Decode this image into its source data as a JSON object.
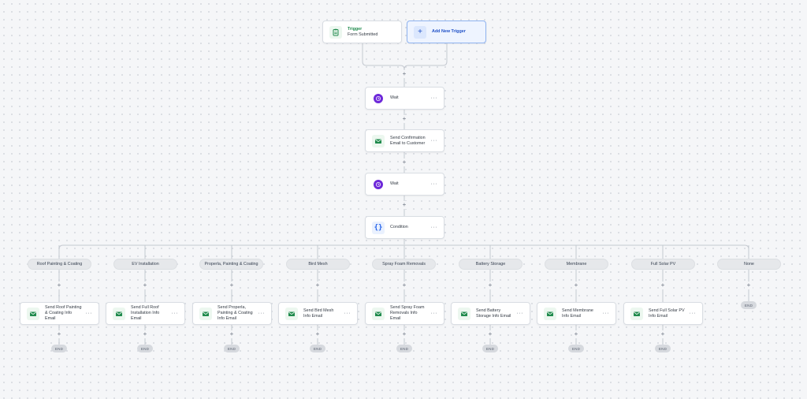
{
  "trigger": {
    "type_label": "Trigger",
    "name": "Form Submitted",
    "icon": "clipboard-icon",
    "accent": "#1f8a4c"
  },
  "add_trigger": {
    "label": "Add New Trigger",
    "icon": "plus-icon",
    "accent": "#2152c8"
  },
  "main_steps": [
    {
      "label": "Wait",
      "icon": "clock-icon",
      "more": "···"
    },
    {
      "label": "Send Confirmation Email to Customer",
      "icon": "email-icon",
      "more": "···"
    },
    {
      "label": "Wait",
      "icon": "clock-icon",
      "more": "···"
    },
    {
      "label": "Condition",
      "icon": "braces-icon",
      "more": "···"
    }
  ],
  "branches": [
    {
      "condition": "Roof Painting & Coating",
      "action": "Send Roof Painting & Coating Info Email",
      "end": "END"
    },
    {
      "condition": "EV Installation",
      "action": "Send Full Roof Installation Info Email",
      "end": "END"
    },
    {
      "condition": "Properla, Painting & Coating",
      "action": "Send Properla, Painting & Coating Info Email",
      "end": "END"
    },
    {
      "condition": "Bird Mesh",
      "action": "Send Bird Mesh Info Email",
      "end": "END"
    },
    {
      "condition": "Spray Foam Removals",
      "action": "Send Spray Foam Removals Info Email",
      "end": "END"
    },
    {
      "condition": "Battery Storage",
      "action": "Send Battery Storage Info Email",
      "end": "END"
    },
    {
      "condition": "Membrane",
      "action": "Send Membrane Info Email",
      "end": "END"
    },
    {
      "condition": "Full Solar PV",
      "action": "Send Full Solar PV Info Email",
      "end": "END"
    }
  ],
  "none_branch": {
    "condition": "None",
    "end": "END"
  },
  "add_step_symbol": "+",
  "colors": {
    "canvas": "#f5f6f8",
    "email_icon": "#1f8a4c",
    "wait_icon": "#6d28d9",
    "condition_icon": "#2563eb",
    "connector": "#c4c9d0"
  }
}
